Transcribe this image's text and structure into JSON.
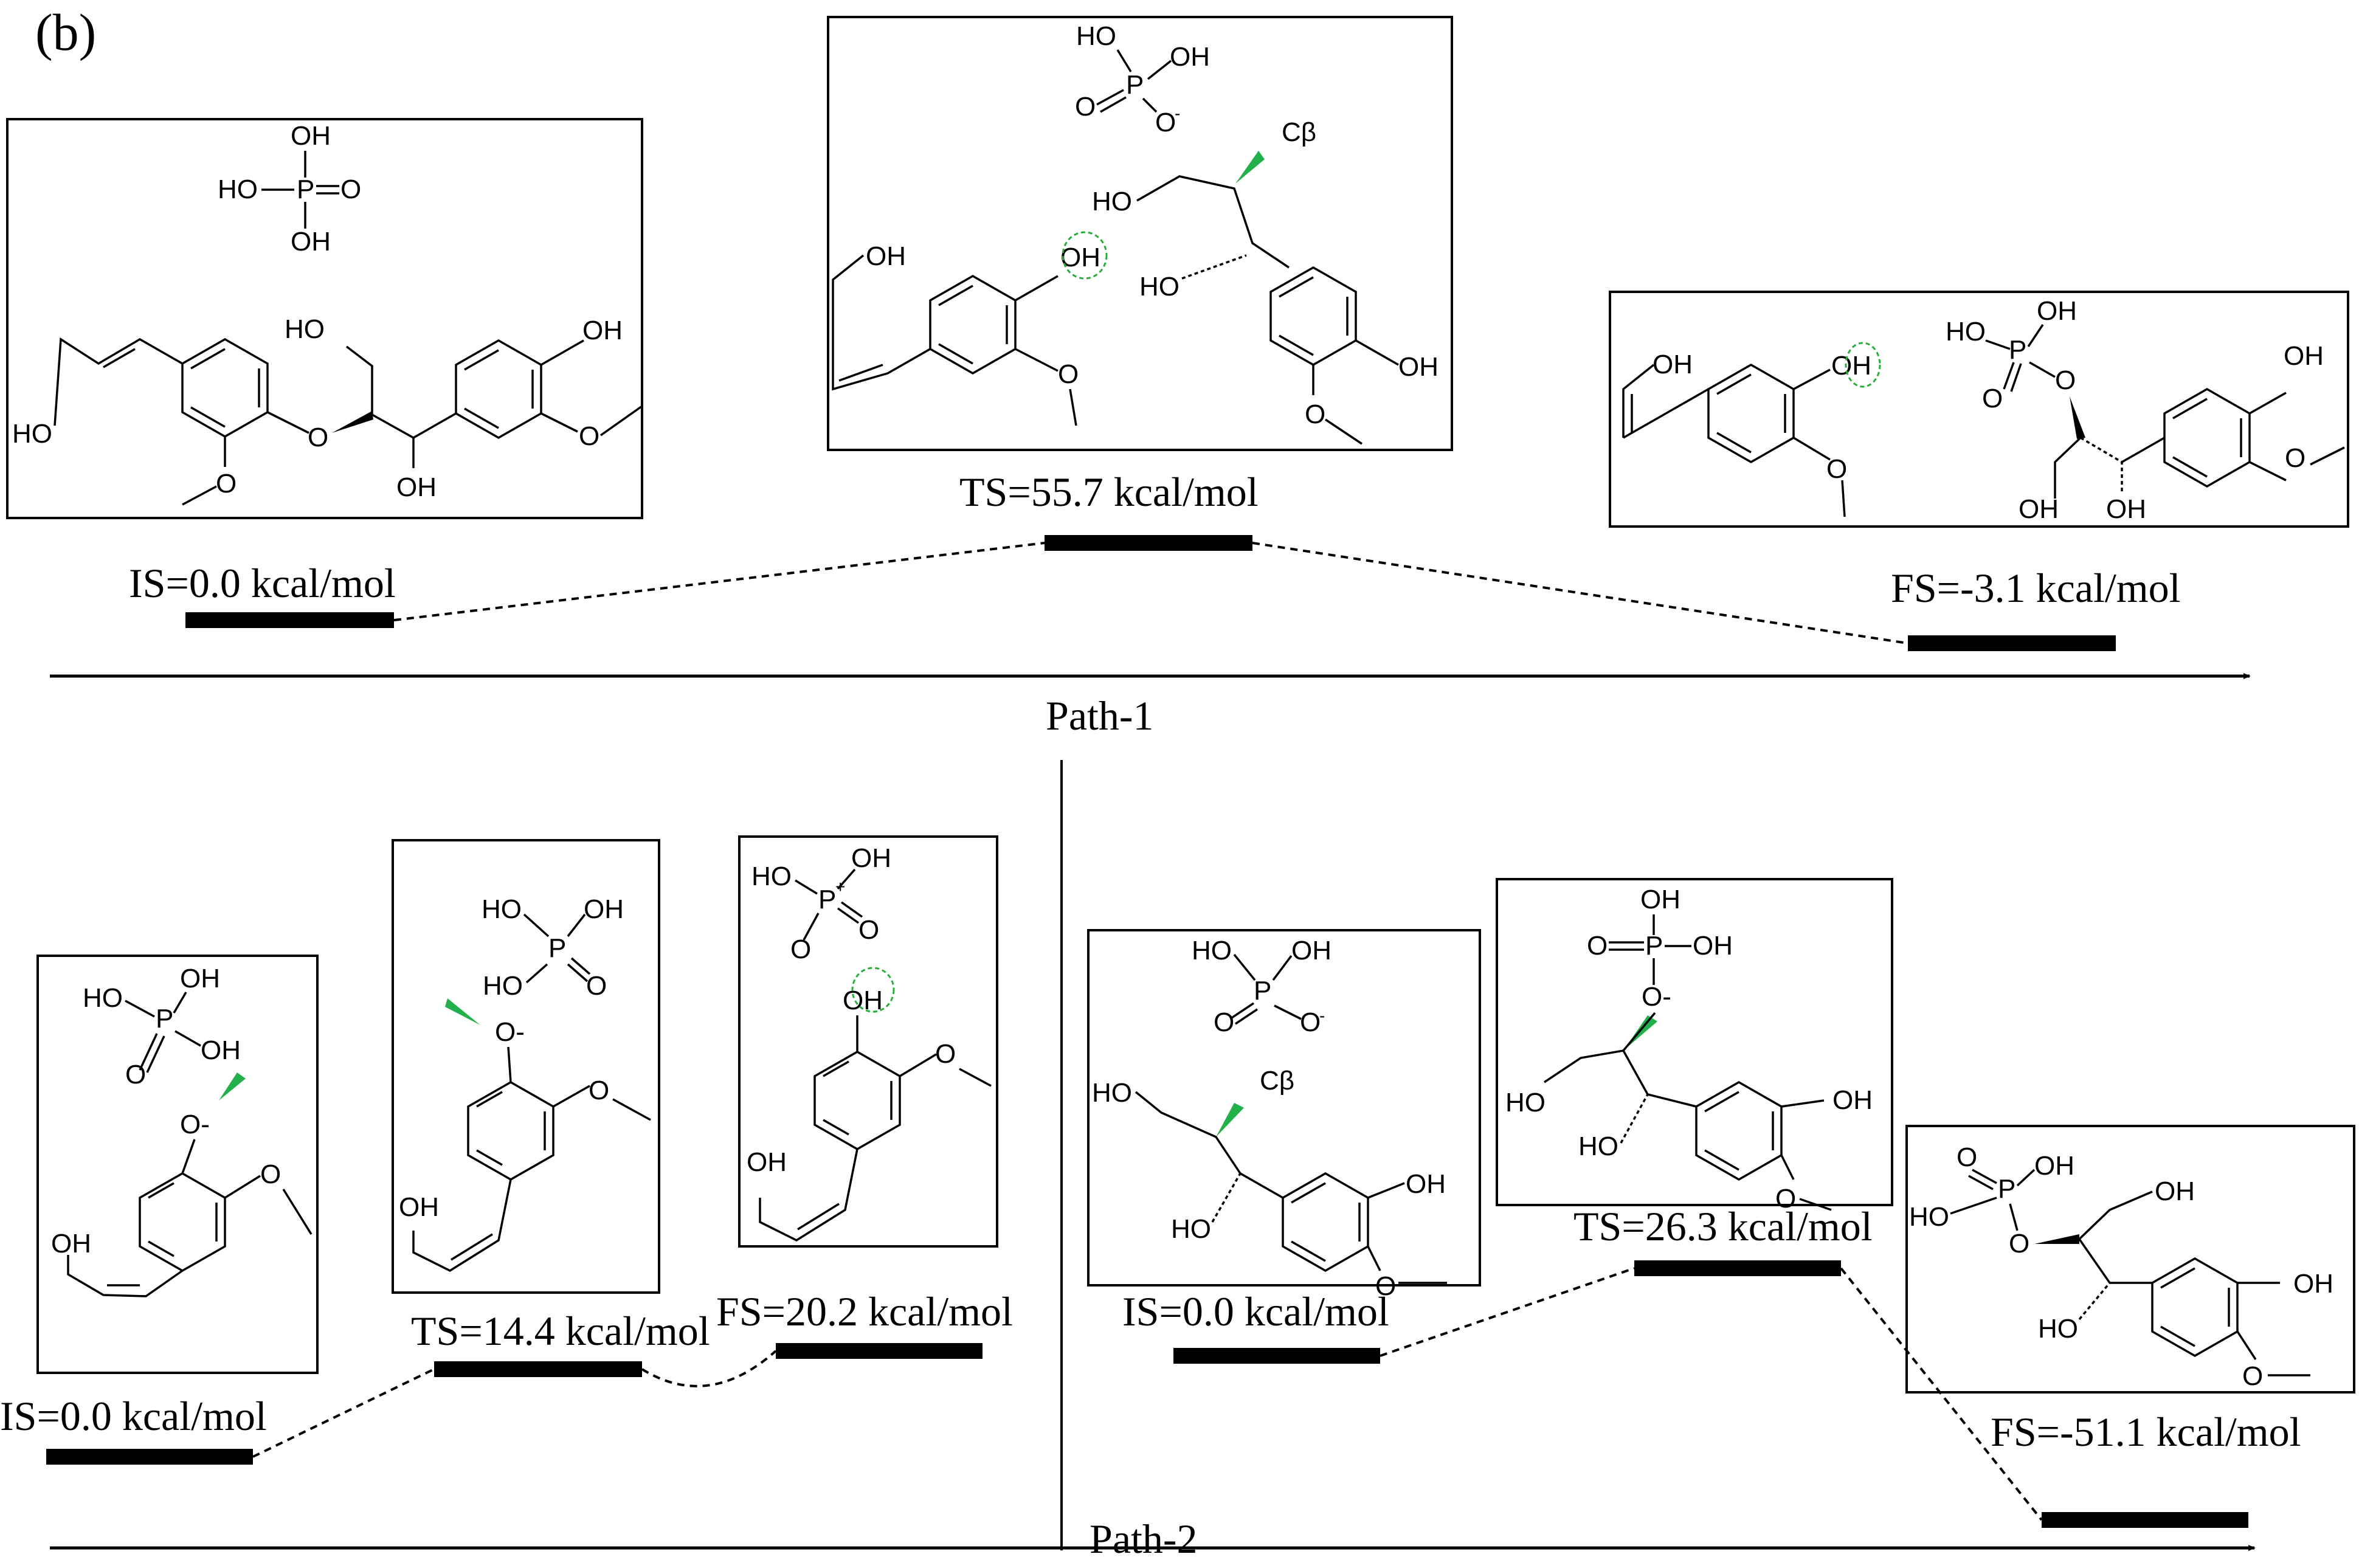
{
  "panel_label": "(b)",
  "path1": {
    "name": "Path-1",
    "levels": [
      {
        "label": "IS=0.0 kcal/mol",
        "energy": 0.0
      },
      {
        "label": "TS=55.7 kcal/mol",
        "energy": 55.7
      },
      {
        "label": "FS=-3.1 kcal/mol",
        "energy": -3.1
      }
    ]
  },
  "path2": {
    "name": "Path-2",
    "left_levels": [
      {
        "label": "IS=0.0 kcal/mol",
        "energy": 0.0
      },
      {
        "label": "TS=14.4 kcal/mol",
        "energy": 14.4
      },
      {
        "label": "FS=20.2 kcal/mol",
        "energy": 20.2
      }
    ],
    "right_levels": [
      {
        "label": "IS=0.0 kcal/mol",
        "energy": 0.0
      },
      {
        "label": "TS=26.3 kcal/mol",
        "energy": 26.3
      },
      {
        "label": "FS=-51.1 kcal/mol",
        "energy": -51.1
      }
    ]
  },
  "chem_labels": {
    "oh": "OH",
    "ho": "HO",
    "p": "P",
    "o": "O",
    "o_minus": "O-",
    "p_plus": "P+",
    "c_beta": "Cβ",
    "methoxy_o": "O"
  },
  "colors": {
    "wedge": "#22b04a",
    "highlight": "#27ae38",
    "line": "#000000"
  }
}
